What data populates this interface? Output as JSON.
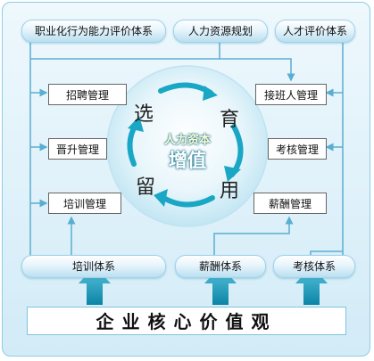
{
  "top_pills": [
    "职业化行为能力评价体系",
    "人力资源规划",
    "人才评价体系"
  ],
  "left_boxes": [
    "招聘管理",
    "晋升管理",
    "培训管理"
  ],
  "right_boxes": [
    "接班人管理",
    "考核管理",
    "薪酬管理"
  ],
  "bottom_pills": [
    "培训体系",
    "薪酬体系",
    "考核体系"
  ],
  "cycle": {
    "top_left": "选",
    "top_right": "育",
    "bottom_right": "用",
    "bottom_left": "留"
  },
  "center": {
    "line1": "人力资本",
    "line2": "增值"
  },
  "base_label": "企业核心价值观",
  "colors": {
    "accent": "#1aa7c5",
    "frame": "#8ecde6",
    "arrow": "#1496b5"
  }
}
